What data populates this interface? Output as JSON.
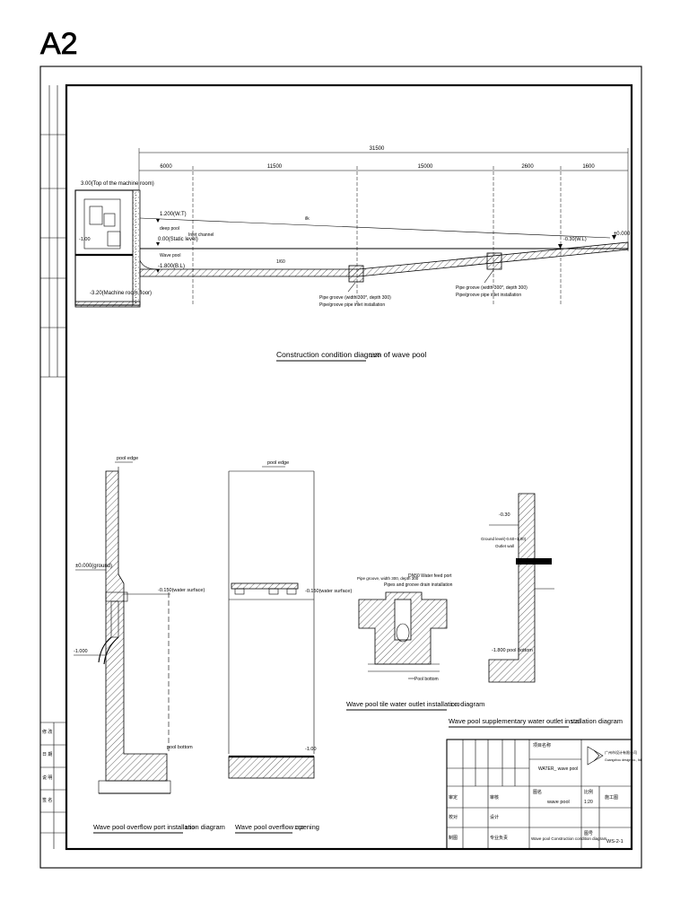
{
  "sheet": {
    "size_label": "A2"
  },
  "section_diagram": {
    "title": "Construction condition diagram of wave pool",
    "title_scale": "1:20",
    "overall_dim": "31500",
    "sub_dims": [
      "6000",
      "11500",
      "15000",
      "2600",
      "1600"
    ],
    "labels": {
      "machine_roof": "3.00(Top of the machine room)",
      "wl_top": "1.200(W.T)",
      "dive_pool": "deep pool",
      "static_level": "0.00(Static level)",
      "machine_floor": "-3.20(Machine room floor)",
      "left_minus": "-1.00",
      "slope_a": "ilk",
      "slope_b": "1/60",
      "bottom_mark": "-1.800(B.L)",
      "end_level": "-0.30(W.L)",
      "right_top": "±0.000",
      "pipe_note_1a": "Pipe groove (width 300*, depth 300)",
      "pipe_note_1b": "Pipe/groove pipe inlet installation",
      "pipe_note_2a": "Pipe groove (width 300*, depth 300)",
      "pipe_note_2b": "Pipe/groove pipe inlet installation",
      "inlet_label": "Inlet channel",
      "water_label": "Wave pool"
    }
  },
  "overflow_detail": {
    "title": "Wave pool overflow port installation diagram",
    "scale": "1:10",
    "labels": {
      "pool_edge": "pool edge",
      "ground": "±0.000(ground)",
      "water_surface": "-0.150(water surface)",
      "neg": "-1.000",
      "pool_bottom": "pool bottom"
    }
  },
  "overflow_opening": {
    "title": "Wave pool overflow opening",
    "scale": "1:10",
    "labels": {
      "pool_edge": "pool edge",
      "water_surface": "-0.150(water surface)",
      "level": "-1.00"
    }
  },
  "tile_outlet": {
    "title": "Wave pool tile water outlet installation diagram",
    "scale": "1:10",
    "labels": {
      "note_a": "Pipe groove, width 300, depth 300",
      "note_b": "DN50 Water feed port",
      "note_c": "Pipes and groove drain installation",
      "bottom": "Pool bottom"
    }
  },
  "supp_outlet": {
    "title": "Wave pool supplementary water outlet installation diagram",
    "scale": "1:10",
    "labels": {
      "top": "-0.30",
      "side_a": "Ground level(-0.60~1.00)",
      "side_b": "Outlet wall",
      "bottom": "-1.800 pool bottom"
    }
  },
  "title_block": {
    "project_label": "项目名称",
    "project_value": "WATER_ wave pool",
    "drawing_label": "图名",
    "drawing_value": "wave pool",
    "drawing_sub": "Wave pool Construction condition diagram",
    "scale_label": "比例",
    "scale_value": "1:20",
    "number_label": "图号",
    "number_value": "WS-2-1",
    "company_line1": "广州市设计有限公司",
    "company_line2": "Guangzhou design co., ltd",
    "stage": "施工图",
    "rows": [
      "审定",
      "审核",
      "校对",
      "设计",
      "制图",
      "专业负责"
    ]
  },
  "revision_block": {
    "rows": [
      "修 改",
      "日 期",
      "说 明",
      "签 名"
    ]
  }
}
